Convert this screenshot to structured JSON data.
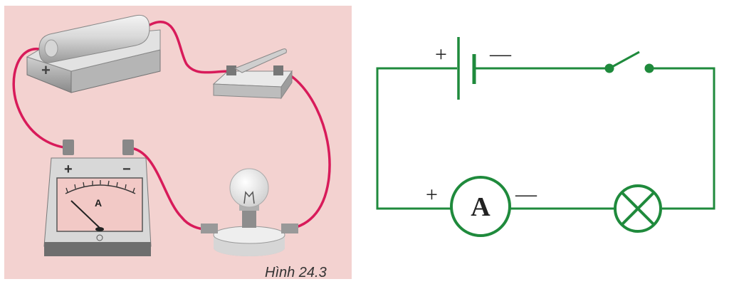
{
  "figure": {
    "caption": "Hình 24.3",
    "photo": {
      "battery_sign": "+",
      "ammeter_plus": "+",
      "ammeter_minus": "−",
      "ammeter_letter": "A"
    },
    "schematic": {
      "battery_plus": "+",
      "battery_minus": "—",
      "ammeter_plus": "+",
      "ammeter_minus": "—",
      "ammeter_letter": "A"
    }
  },
  "colors": {
    "photo_background": "#f3d2d0",
    "wire_photo": "#d81b5a",
    "circuit_green": "#1f8a3c",
    "device_gray": "#8c8c8c"
  }
}
